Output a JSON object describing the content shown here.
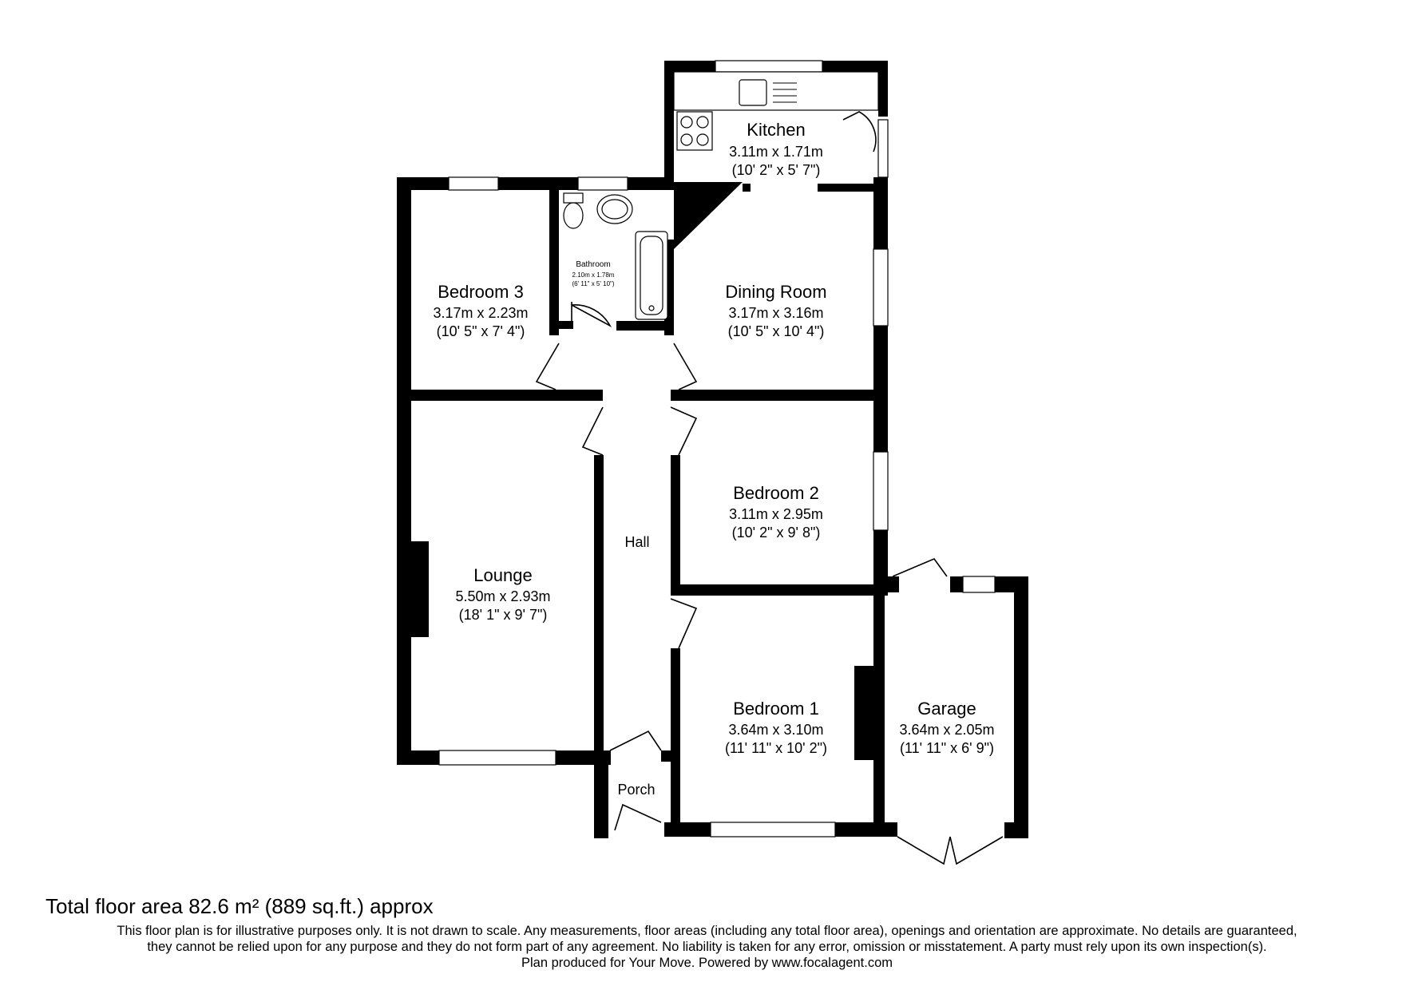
{
  "rooms": {
    "kitchen": {
      "name": "Kitchen",
      "metric": "3.11m x 1.71m",
      "imperial": "(10' 2\" x 5' 7\")"
    },
    "bathroom": {
      "name": "Bathroom",
      "metric": "2.10m x 1.78m",
      "imperial": "(6' 11\" x 5' 10\")"
    },
    "bedroom3": {
      "name": "Bedroom 3",
      "metric": "3.17m x 2.23m",
      "imperial": "(10' 5\" x 7' 4\")"
    },
    "dining": {
      "name": "Dining Room",
      "metric": "3.17m x 3.16m",
      "imperial": "(10' 5\" x 10' 4\")"
    },
    "bedroom2": {
      "name": "Bedroom 2",
      "metric": "3.11m x 2.95m",
      "imperial": "(10' 2\" x 9' 8\")"
    },
    "hall": {
      "name": "Hall"
    },
    "lounge": {
      "name": "Lounge",
      "metric": "5.50m x 2.93m",
      "imperial": "(18' 1\" x 9' 7\")"
    },
    "bedroom1": {
      "name": "Bedroom 1",
      "metric": "3.64m x 3.10m",
      "imperial": "(11' 11\" x 10' 2\")"
    },
    "garage": {
      "name": "Garage",
      "metric": "3.64m x 2.05m",
      "imperial": "(11' 11\" x 6' 9\")"
    },
    "porch": {
      "name": "Porch"
    }
  },
  "footer": {
    "total_area": "Total floor area 82.6 m² (889 sq.ft.) approx",
    "disclaimer_line1": "This floor plan is for illustrative purposes only. It is not drawn to scale. Any measurements, floor areas (including any total floor area), openings and orientation are approximate. No details are guaranteed,",
    "disclaimer_line2": "they cannot be relied upon for any purpose and they do not form part of any agreement. No liability is taken for any error, omission or misstatement. A party must rely upon its own inspection(s).",
    "credit": "Plan produced for Your Move. Powered by www.focalagent.com"
  },
  "colors": {
    "wall": "#000000",
    "background": "#ffffff"
  }
}
